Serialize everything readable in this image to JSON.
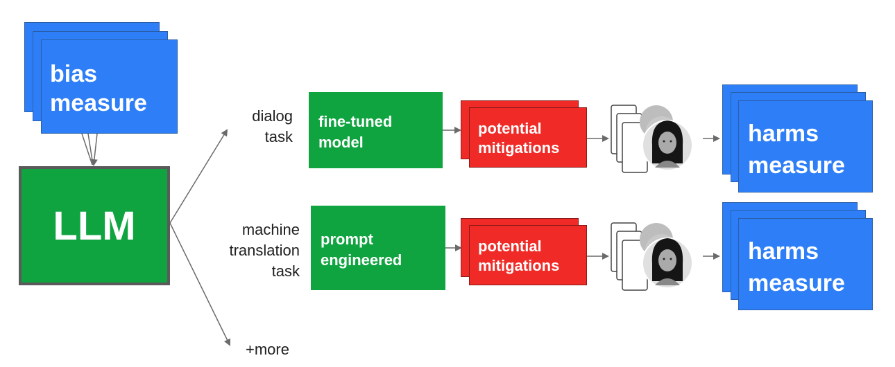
{
  "bias_measure": {
    "line1": "bias",
    "line2": "measure"
  },
  "llm": {
    "label": "LLM"
  },
  "tasks": [
    {
      "label_lines": [
        "dialog",
        "task"
      ],
      "model_lines": [
        "fine-tuned",
        "model"
      ],
      "mitigation_lines": [
        "potential",
        "mitigations"
      ],
      "harms_lines": [
        "harms",
        "measure"
      ]
    },
    {
      "label_lines": [
        "machine",
        "translation",
        "task"
      ],
      "model_lines": [
        "prompt",
        "engineered"
      ],
      "mitigation_lines": [
        "potential",
        "mitigations"
      ],
      "harms_lines": [
        "harms",
        "measure"
      ]
    }
  ],
  "more_label": "+more",
  "colors": {
    "blue": "#2e7ff7",
    "green": "#0fa440",
    "red": "#f02b27",
    "arrow": "#707070"
  },
  "icons": [
    "phone-stack-icon",
    "person-avatar-icon"
  ]
}
